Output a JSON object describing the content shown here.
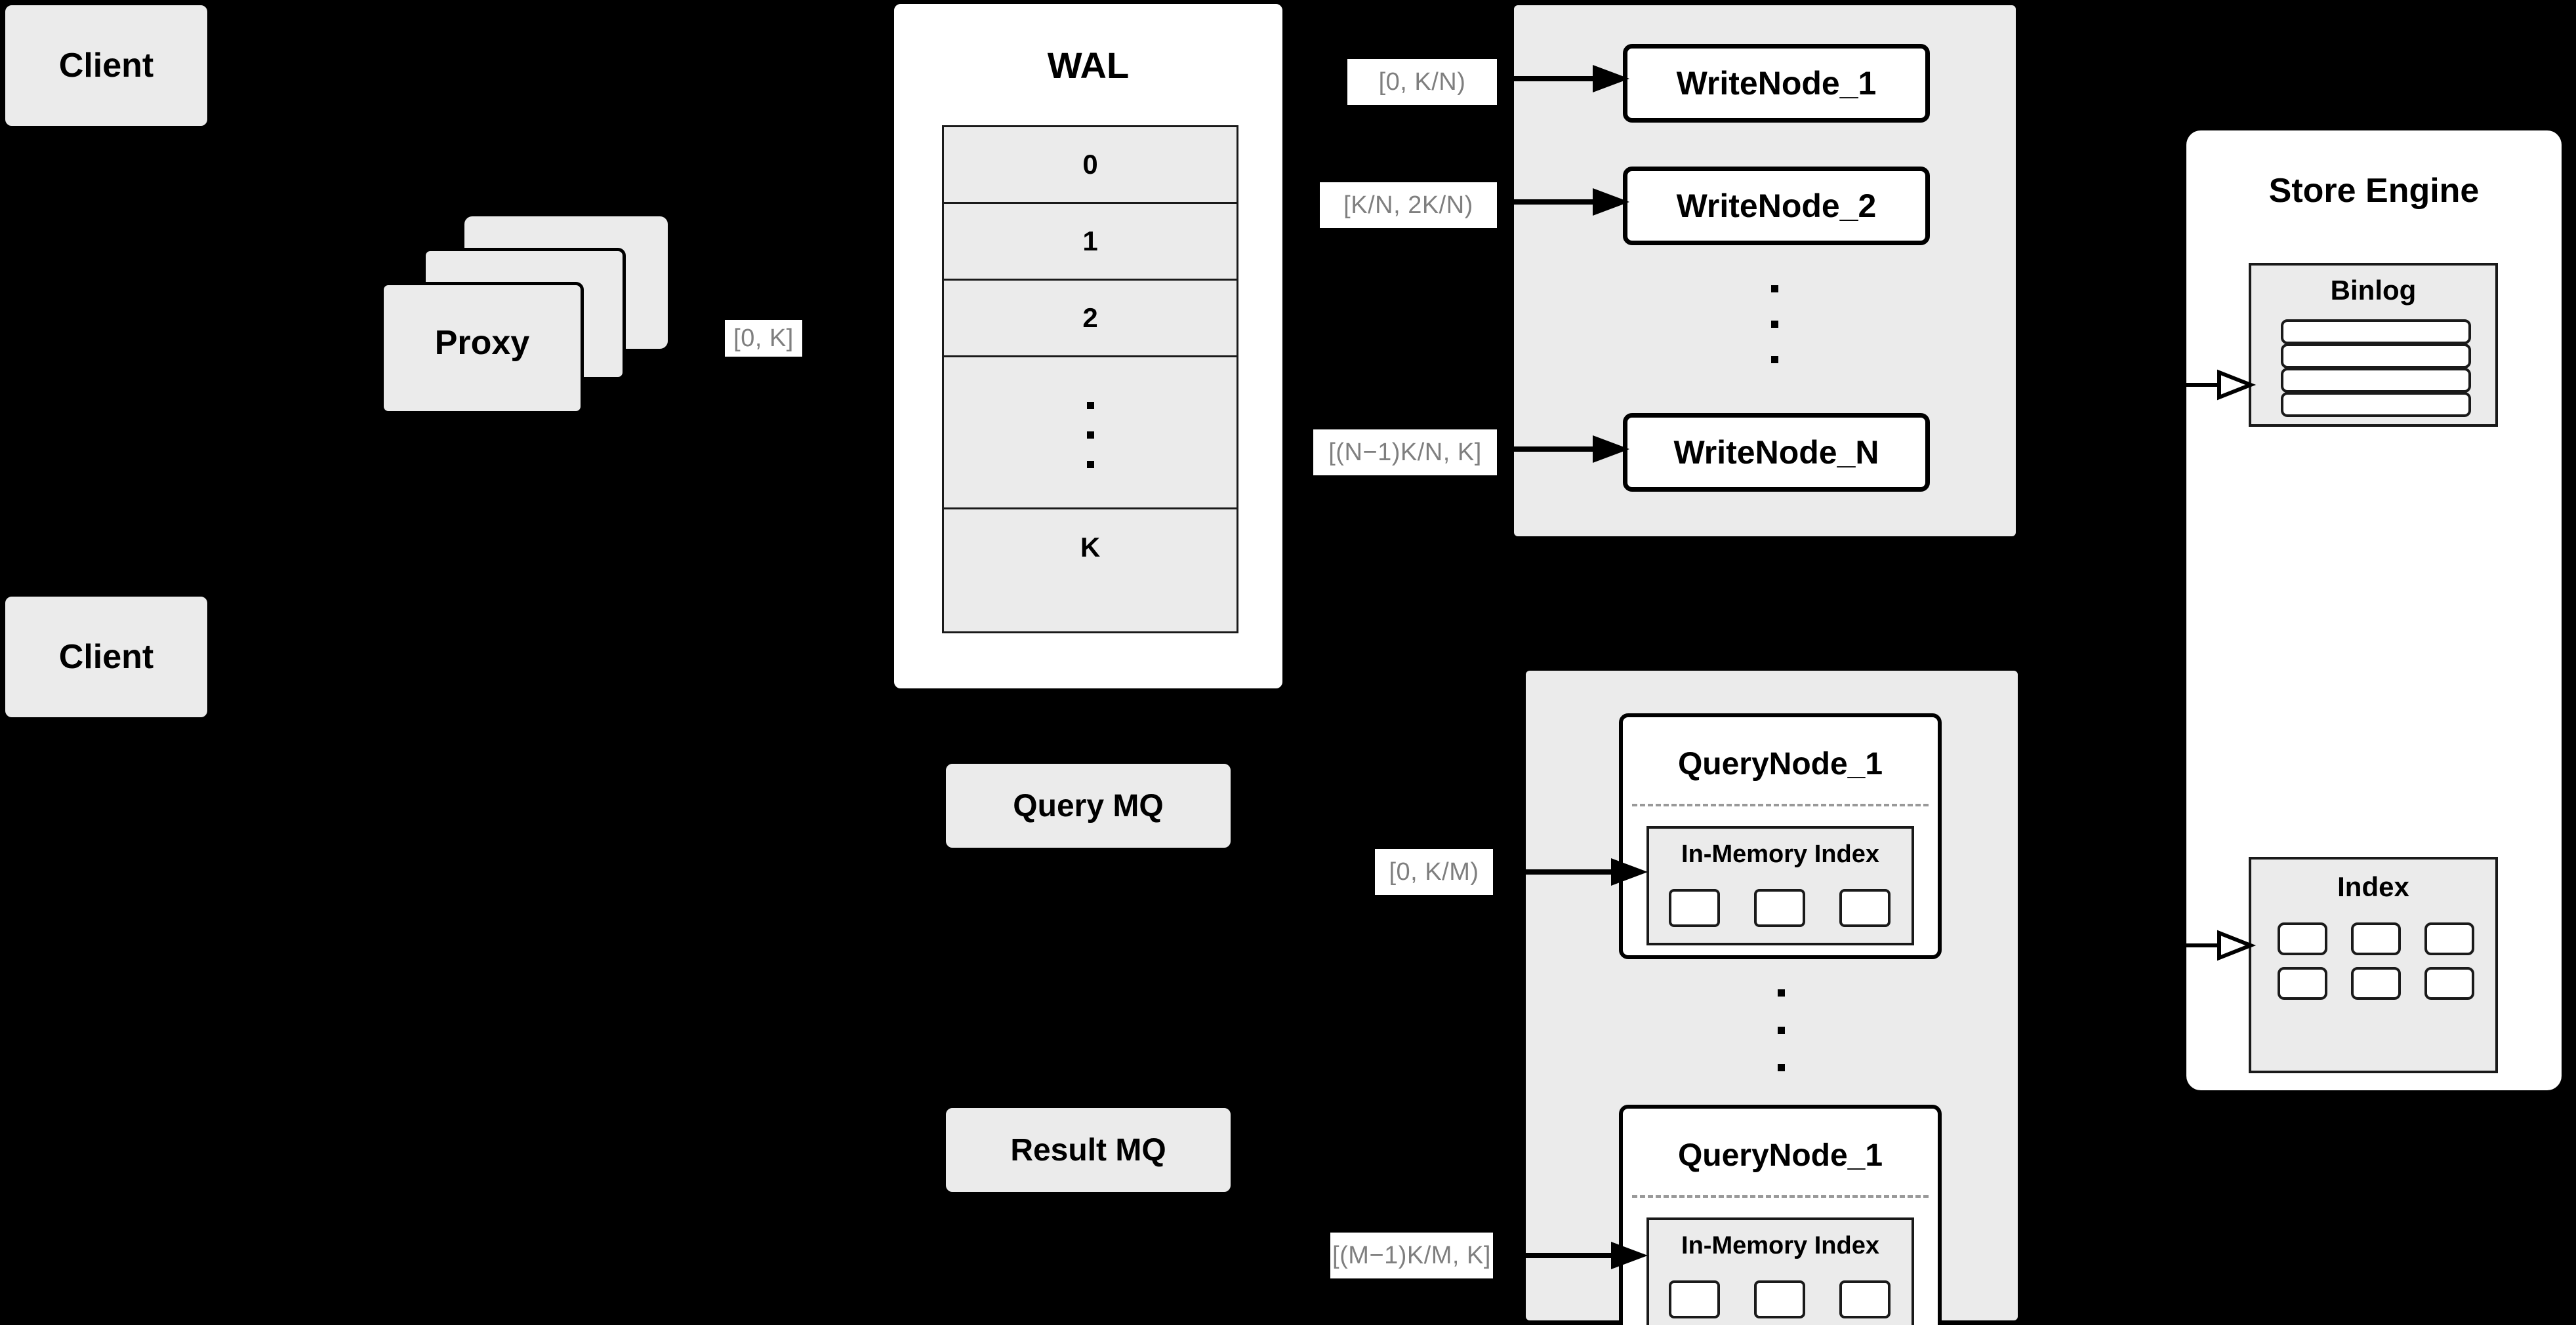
{
  "diagram": {
    "title": "Distributed Vector Database Write/Query Architecture",
    "background": "#000000",
    "surface_grey": "#ebebeb",
    "surface_white": "#ffffff",
    "stroke_black": "#000000",
    "label_text_grey": "#7f7f7f"
  },
  "clients": [
    {
      "label": "Client"
    },
    {
      "label": "Client"
    }
  ],
  "proxy": {
    "label": "Proxy",
    "stack_count": 3
  },
  "wal": {
    "title": "WAL",
    "rows": [
      "0",
      "1",
      "2",
      "",
      "K"
    ],
    "ellipsis_dots": 3
  },
  "queues": {
    "query_mq": "Query MQ",
    "result_mq": "Result MQ"
  },
  "write_group": {
    "nodes": [
      {
        "label": "WriteNode_1",
        "range": "[0,  K/N)"
      },
      {
        "label": "WriteNode_2",
        "range": "[K/N, 2K/N)"
      },
      {
        "label": "WriteNode_N",
        "range": "[(N−1)K/N,  K]"
      }
    ],
    "ellipsis_dots": 3
  },
  "query_group": {
    "nodes": [
      {
        "label": "QueryNode_1",
        "range": "[0, K/M)",
        "index_title": "In-Memory Index",
        "index_cells": 3
      },
      {
        "label": "QueryNode_1",
        "range": "[(M−1)K/M, K]",
        "index_title": "In-Memory Index",
        "index_cells": 3
      }
    ],
    "ellipsis_dots": 3
  },
  "store_engine": {
    "title": "Store Engine",
    "binlog": {
      "title": "Binlog",
      "bars": 4
    },
    "index": {
      "title": "Index",
      "cells": 6
    }
  },
  "proxy_range_label": "[0, K]"
}
